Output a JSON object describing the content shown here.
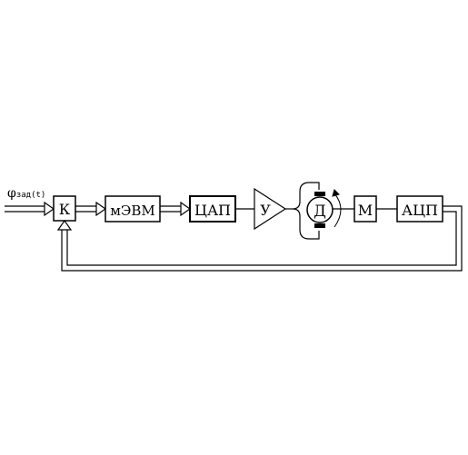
{
  "input": {
    "label_main": "φ",
    "label_sub": "зад(t)"
  },
  "blocks": {
    "k": "К",
    "mevm": "мЭВМ",
    "cap": "ЦАП",
    "amp": "У",
    "motor": "Д",
    "m": "М",
    "acp": "АЦП"
  }
}
